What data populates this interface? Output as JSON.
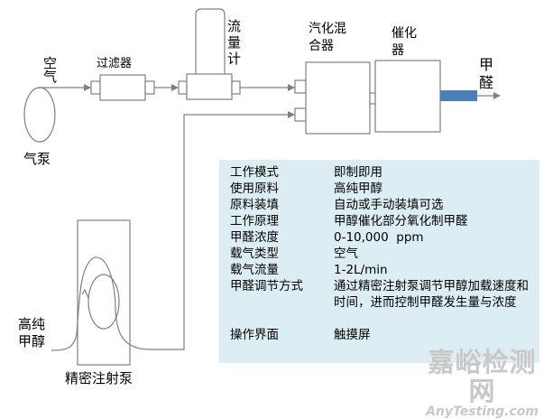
{
  "colors": {
    "line": "#808080",
    "outlet_pipe": "#4a7ebb",
    "panel_bg": "#dcedf3",
    "watermark": "#c8c8c8"
  },
  "labels": {
    "air": "空气",
    "air_pump": "气泵",
    "filter": "过滤器",
    "flowmeter": "流量计",
    "vaporizer_mixer_line1": "汽化混",
    "vaporizer_mixer_line2": "合器",
    "catalyst_line1": "催化",
    "catalyst_line2": "器",
    "formaldehyde": "甲醛",
    "methanol_line1": "高纯",
    "methanol_line2": "甲醇",
    "syringe_pump": "精密注射泵"
  },
  "specs": [
    {
      "key": "工作模式",
      "value": "即制即用"
    },
    {
      "key": "使用原料",
      "value": "高纯甲醇"
    },
    {
      "key": "原料装填",
      "value": "自动或手动装填可选"
    },
    {
      "key": "工作原理",
      "value": "甲醇催化部分氧化制甲醛"
    },
    {
      "key": "甲醛浓度",
      "value": "0-10,000  ppm"
    },
    {
      "key": "载气类型",
      "value": "空气"
    },
    {
      "key": "载气流量",
      "value": "1-2L/min"
    },
    {
      "key": "甲醛调节方式",
      "value": "通过精密注射泵调节甲醇加载速度和时间，进而控制甲醛发生量与浓度"
    },
    {
      "key": "操作界面",
      "value": "触摸屏"
    }
  ],
  "watermark": {
    "cn": "嘉峪检测网",
    "en": "AnyTesting.com"
  }
}
